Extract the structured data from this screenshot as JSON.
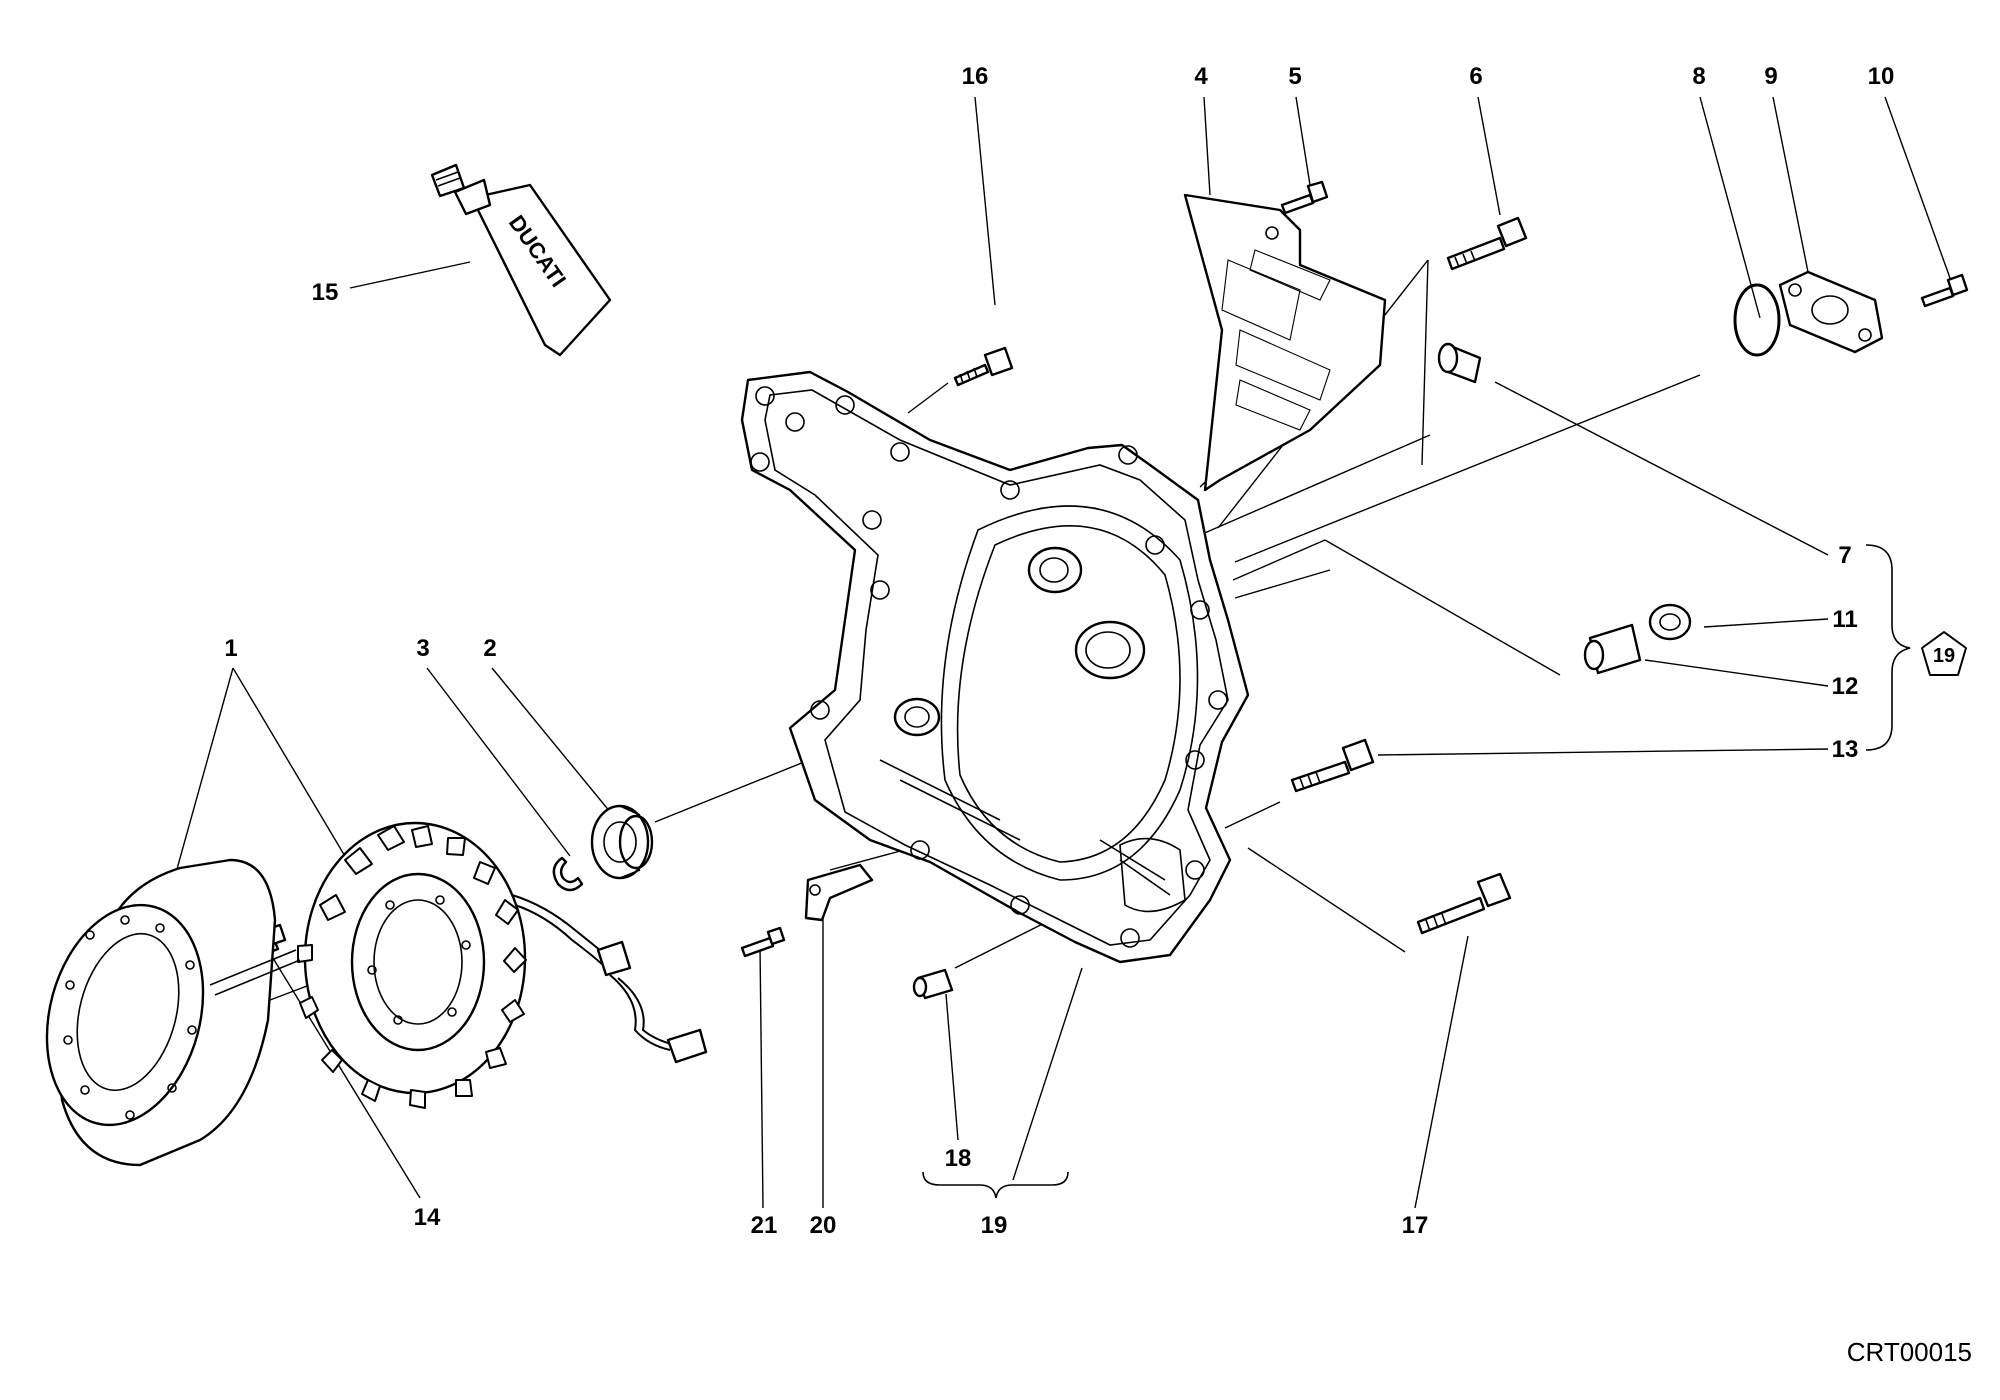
{
  "callouts": {
    "c1": "1",
    "c2": "2",
    "c3": "3",
    "c4": "4",
    "c5": "5",
    "c6": "6",
    "c7": "7",
    "c8": "8",
    "c9": "9",
    "c10": "10",
    "c11": "11",
    "c12": "12",
    "c13": "13",
    "c14": "14",
    "c15": "15",
    "c16": "16",
    "c17": "17",
    "c18": "18",
    "c19": "19",
    "c20": "20",
    "c21": "21"
  },
  "kit_badge": "19",
  "tube_brand": "DUCATI",
  "diagram_code": "CRT00015"
}
